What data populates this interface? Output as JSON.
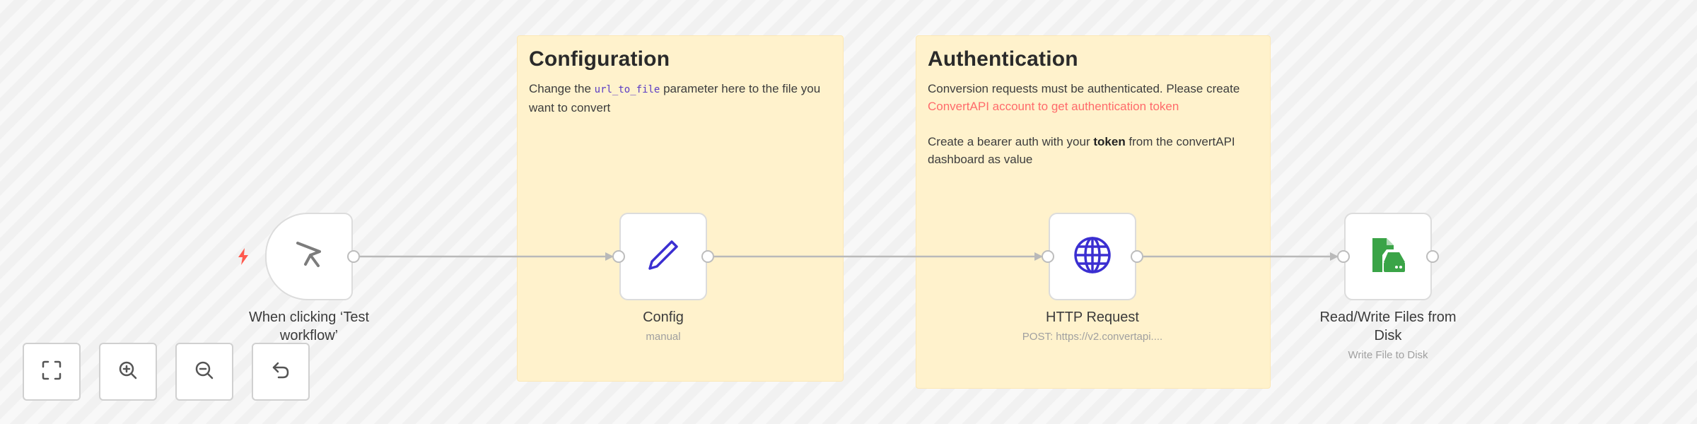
{
  "canvas": {
    "background": "#f6f6f6"
  },
  "sticky_notes": [
    {
      "title": "Configuration",
      "text_before_code": "Change the ",
      "code": "url_to_file",
      "text_after_code": " parameter here to the file you want to convert"
    },
    {
      "title": "Authentication",
      "line1": "Conversion requests must be authenticated. Please create",
      "link_text": "ConvertAPI account to get authentication token",
      "line2_before_bold": "Create a bearer auth with your ",
      "line2_bold": "token",
      "line2_after_bold": " from the convertAPI dashboard as value"
    }
  ],
  "nodes": [
    {
      "name": "When clicking ‘Test workflow’",
      "subtitle": "",
      "icon": "cursor-icon",
      "type": "trigger"
    },
    {
      "name": "Config",
      "subtitle": "manual",
      "icon": "pencil-icon",
      "icon_color": "#3b2fd1"
    },
    {
      "name": "HTTP Request",
      "subtitle": "POST: https://v2.convertapi....",
      "icon": "globe-icon",
      "icon_color": "#3b2fd1"
    },
    {
      "name": "Read/Write Files from Disk",
      "subtitle": "Write File to Disk",
      "icon": "file-disk-icon",
      "icon_color": "#3aa447"
    }
  ],
  "connections": [
    {
      "from": "When clicking ‘Test workflow’",
      "to": "Config"
    },
    {
      "from": "Config",
      "to": "HTTP Request"
    },
    {
      "from": "HTTP Request",
      "to": "Read/Write Files from Disk"
    }
  ],
  "controls": [
    {
      "label": "Fit view",
      "icon": "fit-view-icon"
    },
    {
      "label": "Zoom in",
      "icon": "zoom-in-icon"
    },
    {
      "label": "Zoom out",
      "icon": "zoom-out-icon"
    },
    {
      "label": "Reset zoom",
      "icon": "undo-icon"
    }
  ],
  "colors": {
    "sticky_bg": "#fff2cc",
    "link": "#ff6b6b",
    "trigger_bolt": "#ff5a4e",
    "edge": "#b9b9b9"
  }
}
